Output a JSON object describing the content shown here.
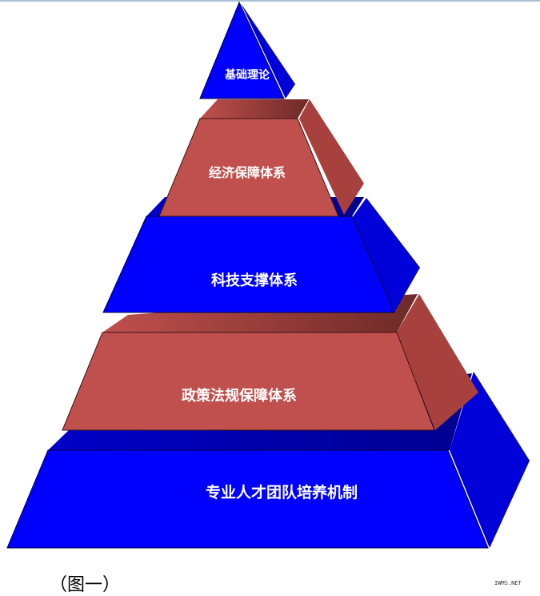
{
  "diagram": {
    "tiers": [
      {
        "label": "基础理论",
        "color": "#0000ff"
      },
      {
        "label": "经济保障体系",
        "color": "#c0504d"
      },
      {
        "label": "科技支撑体系",
        "color": "#0000ff"
      },
      {
        "label": "政策法规保障体系",
        "color": "#c0504d"
      },
      {
        "label": "专业人才团队培养机制",
        "color": "#0000ff"
      }
    ]
  },
  "caption": "（图一）",
  "watermark": "IWMS.NET"
}
